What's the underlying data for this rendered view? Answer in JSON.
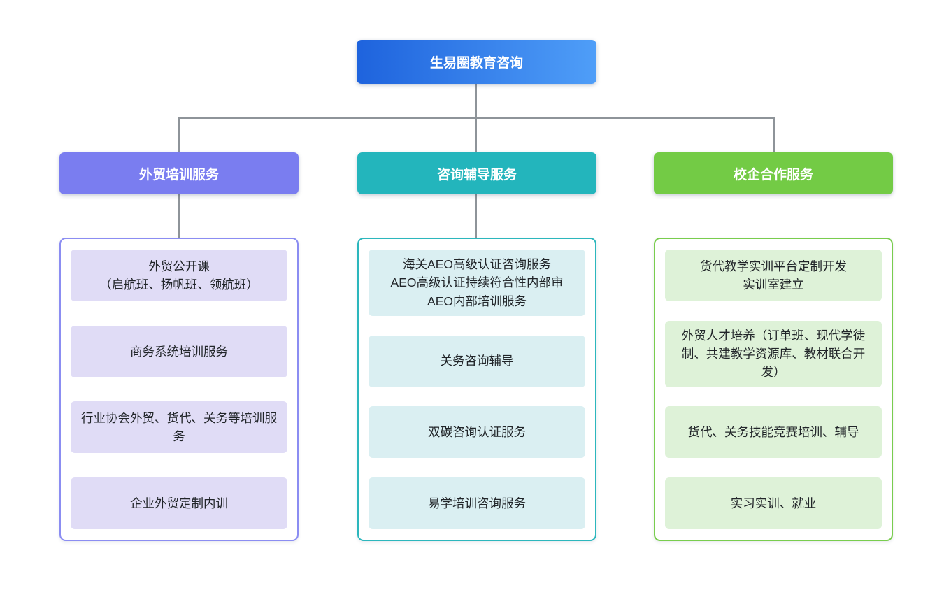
{
  "root": {
    "label": "生易圈教育咨询"
  },
  "branches": [
    {
      "label": "外贸培训服务",
      "items": [
        {
          "text": "外贸公开课\n（启航班、扬帆班、领航班）"
        },
        {
          "text": "商务系统培训服务"
        },
        {
          "text": "行业协会外贸、货代、关务等培训服务"
        },
        {
          "text": "企业外贸定制内训"
        }
      ]
    },
    {
      "label": "咨询辅导服务",
      "items": [
        {
          "text": "海关AEO高级认证咨询服务\nAEO高级认证持续符合性内部审\nAEO内部培训服务"
        },
        {
          "text": "关务咨询辅导"
        },
        {
          "text": "双碳咨询认证服务"
        },
        {
          "text": "易学培训咨询服务"
        }
      ]
    },
    {
      "label": "校企合作服务",
      "items": [
        {
          "text": "货代教学实训平台定制开发\n实训室建立"
        },
        {
          "text": "外贸人才培养（订单班、现代学徒制、共建教学资源库、教材联合开发）"
        },
        {
          "text": "货代、关务技能竞赛培训、辅导"
        },
        {
          "text": "实习实训、就业"
        }
      ]
    }
  ],
  "theme": {
    "colors": {
      "bg": "#ffffff",
      "connector": "#8e9499",
      "root-grad-start": "#1e63dd",
      "root-grad-end": "#4f9ef8",
      "header-text": "#ffffff",
      "item-text": "#212529",
      "b0-main": "#7a7df0",
      "b0-border": "#8b8df2",
      "b0-item": "#e0dcf6",
      "b1-main": "#23b5bc",
      "b1-border": "#2cb7bd",
      "b1-item": "#daeff2",
      "b2-main": "#73cb45",
      "b2-border": "#79cd4e",
      "b2-item": "#def2d8"
    }
  }
}
